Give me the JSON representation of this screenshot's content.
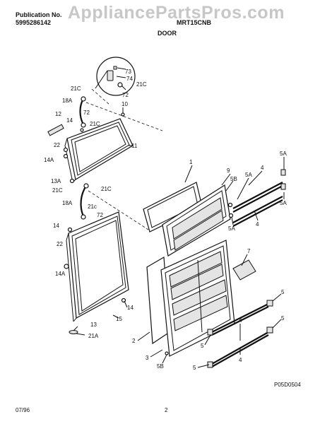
{
  "header": {
    "publication_label": "Publication No.",
    "publication_number": "5995286142",
    "model": "MRT15CNB",
    "section_title": "DOOR"
  },
  "watermark": "AppliancePartsPros.com",
  "diagram_code": "P05D0504",
  "footer": {
    "date": "07/96",
    "page": "2"
  },
  "callouts": {
    "c1": "1",
    "c2": "2",
    "c3": "3",
    "c4a": "4",
    "c4b": "4",
    "c4c": "4",
    "c4d": "4",
    "c5a": "5",
    "c5b": "5",
    "c5c": "5",
    "c5d": "5",
    "c5A1": "5A",
    "c5A2": "5A",
    "c5A3": "5A",
    "c5A4": "5A",
    "c5B1": "5B",
    "c5B2": "5B",
    "c7": "7",
    "c9": "9",
    "c10": "10",
    "c11": "11",
    "c12": "12",
    "c13": "13",
    "c13A": "13A",
    "c14a": "14",
    "c14b": "14",
    "c14c": "14",
    "c14A1": "14A",
    "c14A2": "14A",
    "c15": "15",
    "c18A1": "18A",
    "c18A2": "18A",
    "c21A": "21A",
    "c21C1": "21C",
    "c21C2": "21C",
    "c21C3": "21C",
    "c21C4": "21C",
    "c21C5": "21C",
    "c21c6": "21c",
    "c22a": "22",
    "c22b": "22",
    "c72a": "72",
    "c72b": "72",
    "c72c": "72",
    "c73": "73",
    "c74": "74"
  }
}
